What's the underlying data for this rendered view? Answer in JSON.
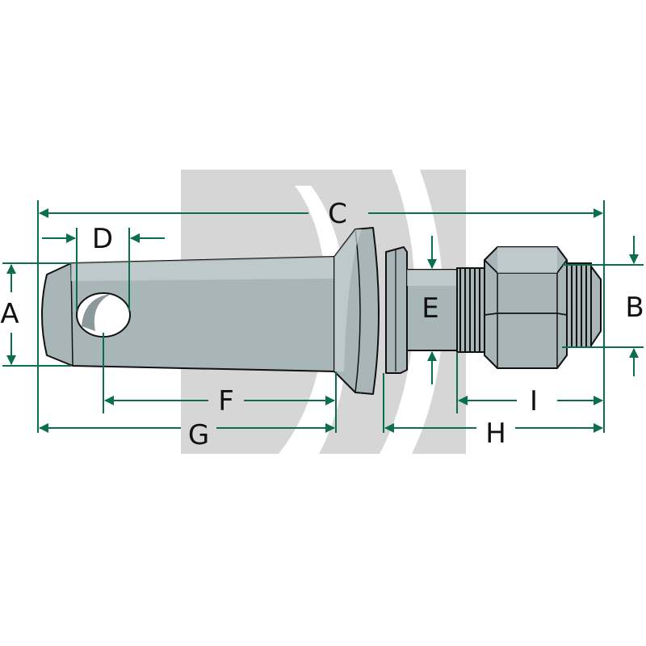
{
  "diagram": {
    "colors": {
      "dimension": "#0a6e4f",
      "metal": "#a9b6b7",
      "metal_light": "#c8d2d3",
      "metal_dark": "#8b999a",
      "outline": "#111111",
      "watermark": "#d6d6d6"
    },
    "labels": {
      "A": "A",
      "B": "B",
      "C": "C",
      "D": "D",
      "E": "E",
      "F": "F",
      "G": "G",
      "H": "H",
      "I": "I"
    }
  }
}
